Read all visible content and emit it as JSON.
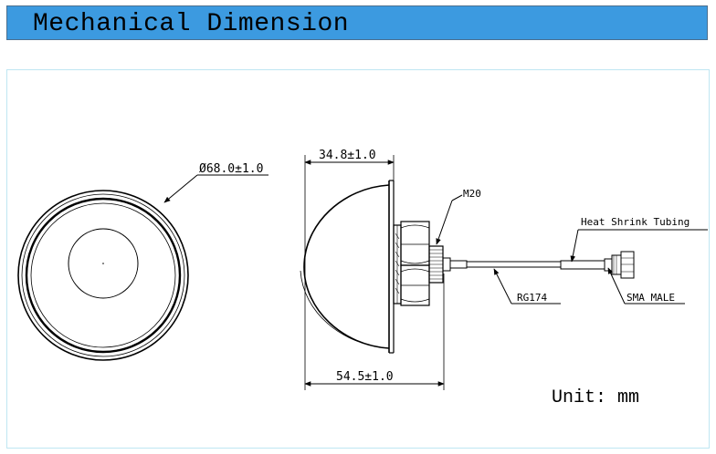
{
  "header": {
    "title": "Mechanical Dimension",
    "background": "#3c9ae0"
  },
  "drawing": {
    "front_view": {
      "diameter_label": "Ø68.0±1.0"
    },
    "side_view": {
      "top_width_label": "34.8±1.0",
      "bottom_width_label": "54.5±1.0",
      "thread_label": "M20"
    },
    "cable": {
      "cable_label": "RG174",
      "tubing_label": "Heat Shrink Tubing",
      "connector_label": "SMA MALE"
    },
    "unit_label": "Unit: mm"
  }
}
